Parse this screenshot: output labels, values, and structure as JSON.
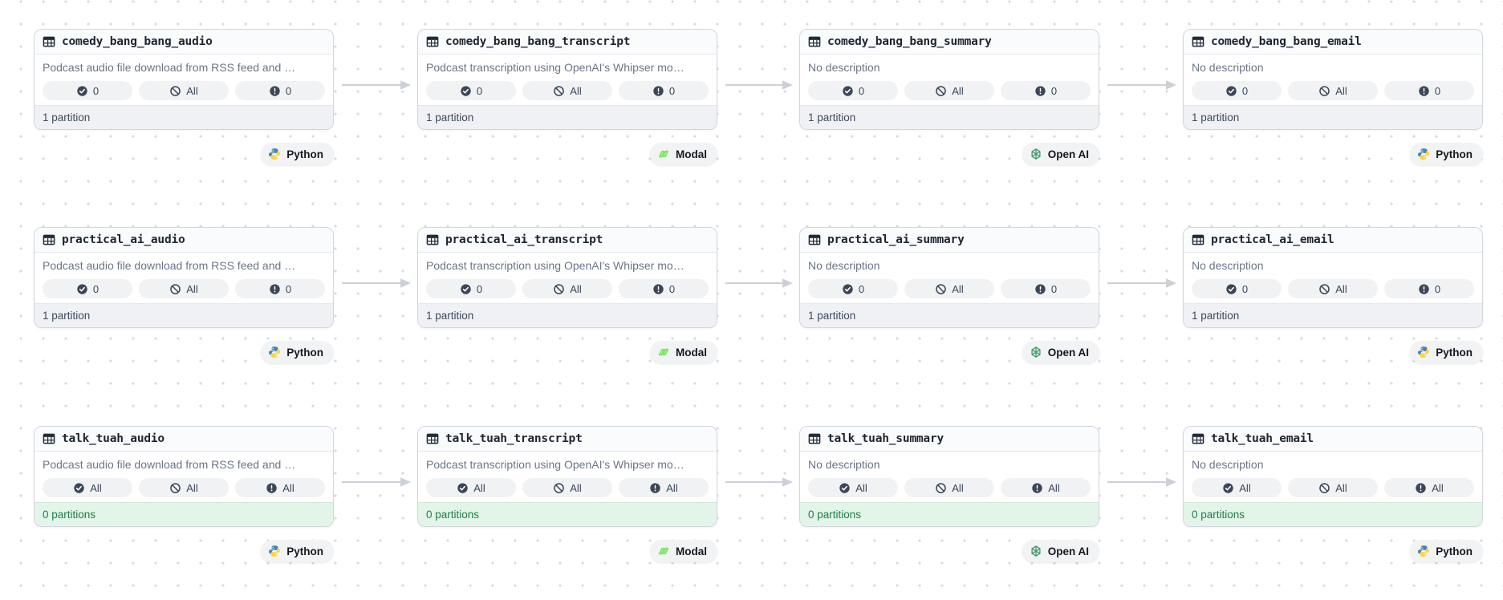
{
  "colors": {
    "python_blue": "#4584b6",
    "python_yellow": "#ffd43b",
    "modal_green": "#7ee764",
    "openai_green": "#41996b",
    "partition_success_bg": "#e3f4e9",
    "partition_success_text": "#1d8049",
    "edge_gray": "#ccd1d8"
  },
  "badge_icons": [
    "materialized-check-icon",
    "missing-slash-icon",
    "failed-alert-icon"
  ],
  "rows": [
    {
      "cards": [
        {
          "name": "comedy_bang_bang_audio",
          "description": "Podcast audio file download from RSS feed and …",
          "badges": [
            {
              "value": "0"
            },
            {
              "value": "All"
            },
            {
              "value": "0"
            }
          ],
          "footer": "1 partition",
          "footer_state": "default",
          "tag": {
            "label": "Python",
            "icon": "python"
          }
        },
        {
          "name": "comedy_bang_bang_transcript",
          "description": "Podcast transcription using OpenAI's Whipser mo…",
          "badges": [
            {
              "value": "0"
            },
            {
              "value": "All"
            },
            {
              "value": "0"
            }
          ],
          "footer": "1 partition",
          "footer_state": "default",
          "tag": {
            "label": "Modal",
            "icon": "modal"
          }
        },
        {
          "name": "comedy_bang_bang_summary",
          "description": "No description",
          "badges": [
            {
              "value": "0"
            },
            {
              "value": "All"
            },
            {
              "value": "0"
            }
          ],
          "footer": "1 partition",
          "footer_state": "default",
          "tag": {
            "label": "Open AI",
            "icon": "openai"
          }
        },
        {
          "name": "comedy_bang_bang_email",
          "description": "No description",
          "badges": [
            {
              "value": "0"
            },
            {
              "value": "All"
            },
            {
              "value": "0"
            }
          ],
          "footer": "1 partition",
          "footer_state": "default",
          "tag": {
            "label": "Python",
            "icon": "python"
          }
        }
      ]
    },
    {
      "cards": [
        {
          "name": "practical_ai_audio",
          "description": "Podcast audio file download from RSS feed and …",
          "badges": [
            {
              "value": "0"
            },
            {
              "value": "All"
            },
            {
              "value": "0"
            }
          ],
          "footer": "1 partition",
          "footer_state": "default",
          "tag": {
            "label": "Python",
            "icon": "python"
          }
        },
        {
          "name": "practical_ai_transcript",
          "description": "Podcast transcription using OpenAI's Whipser mo…",
          "badges": [
            {
              "value": "0"
            },
            {
              "value": "All"
            },
            {
              "value": "0"
            }
          ],
          "footer": "1 partition",
          "footer_state": "default",
          "tag": {
            "label": "Modal",
            "icon": "modal"
          }
        },
        {
          "name": "practical_ai_summary",
          "description": "No description",
          "badges": [
            {
              "value": "0"
            },
            {
              "value": "All"
            },
            {
              "value": "0"
            }
          ],
          "footer": "1 partition",
          "footer_state": "default",
          "tag": {
            "label": "Open AI",
            "icon": "openai"
          }
        },
        {
          "name": "practical_ai_email",
          "description": "No description",
          "badges": [
            {
              "value": "0"
            },
            {
              "value": "All"
            },
            {
              "value": "0"
            }
          ],
          "footer": "1 partition",
          "footer_state": "default",
          "tag": {
            "label": "Python",
            "icon": "python"
          }
        }
      ]
    },
    {
      "cards": [
        {
          "name": "talk_tuah_audio",
          "description": "Podcast audio file download from RSS feed and …",
          "badges": [
            {
              "value": "All"
            },
            {
              "value": "All"
            },
            {
              "value": "All"
            }
          ],
          "footer": "0 partitions",
          "footer_state": "success",
          "tag": {
            "label": "Python",
            "icon": "python"
          }
        },
        {
          "name": "talk_tuah_transcript",
          "description": "Podcast transcription using OpenAI's Whipser mo…",
          "badges": [
            {
              "value": "All"
            },
            {
              "value": "All"
            },
            {
              "value": "All"
            }
          ],
          "footer": "0 partitions",
          "footer_state": "success",
          "tag": {
            "label": "Modal",
            "icon": "modal"
          }
        },
        {
          "name": "talk_tuah_summary",
          "description": "No description",
          "badges": [
            {
              "value": "All"
            },
            {
              "value": "All"
            },
            {
              "value": "All"
            }
          ],
          "footer": "0 partitions",
          "footer_state": "success",
          "tag": {
            "label": "Open AI",
            "icon": "openai"
          }
        },
        {
          "name": "talk_tuah_email",
          "description": "No description",
          "badges": [
            {
              "value": "All"
            },
            {
              "value": "All"
            },
            {
              "value": "All"
            }
          ],
          "footer": "0 partitions",
          "footer_state": "success",
          "tag": {
            "label": "Python",
            "icon": "python"
          }
        }
      ]
    }
  ]
}
